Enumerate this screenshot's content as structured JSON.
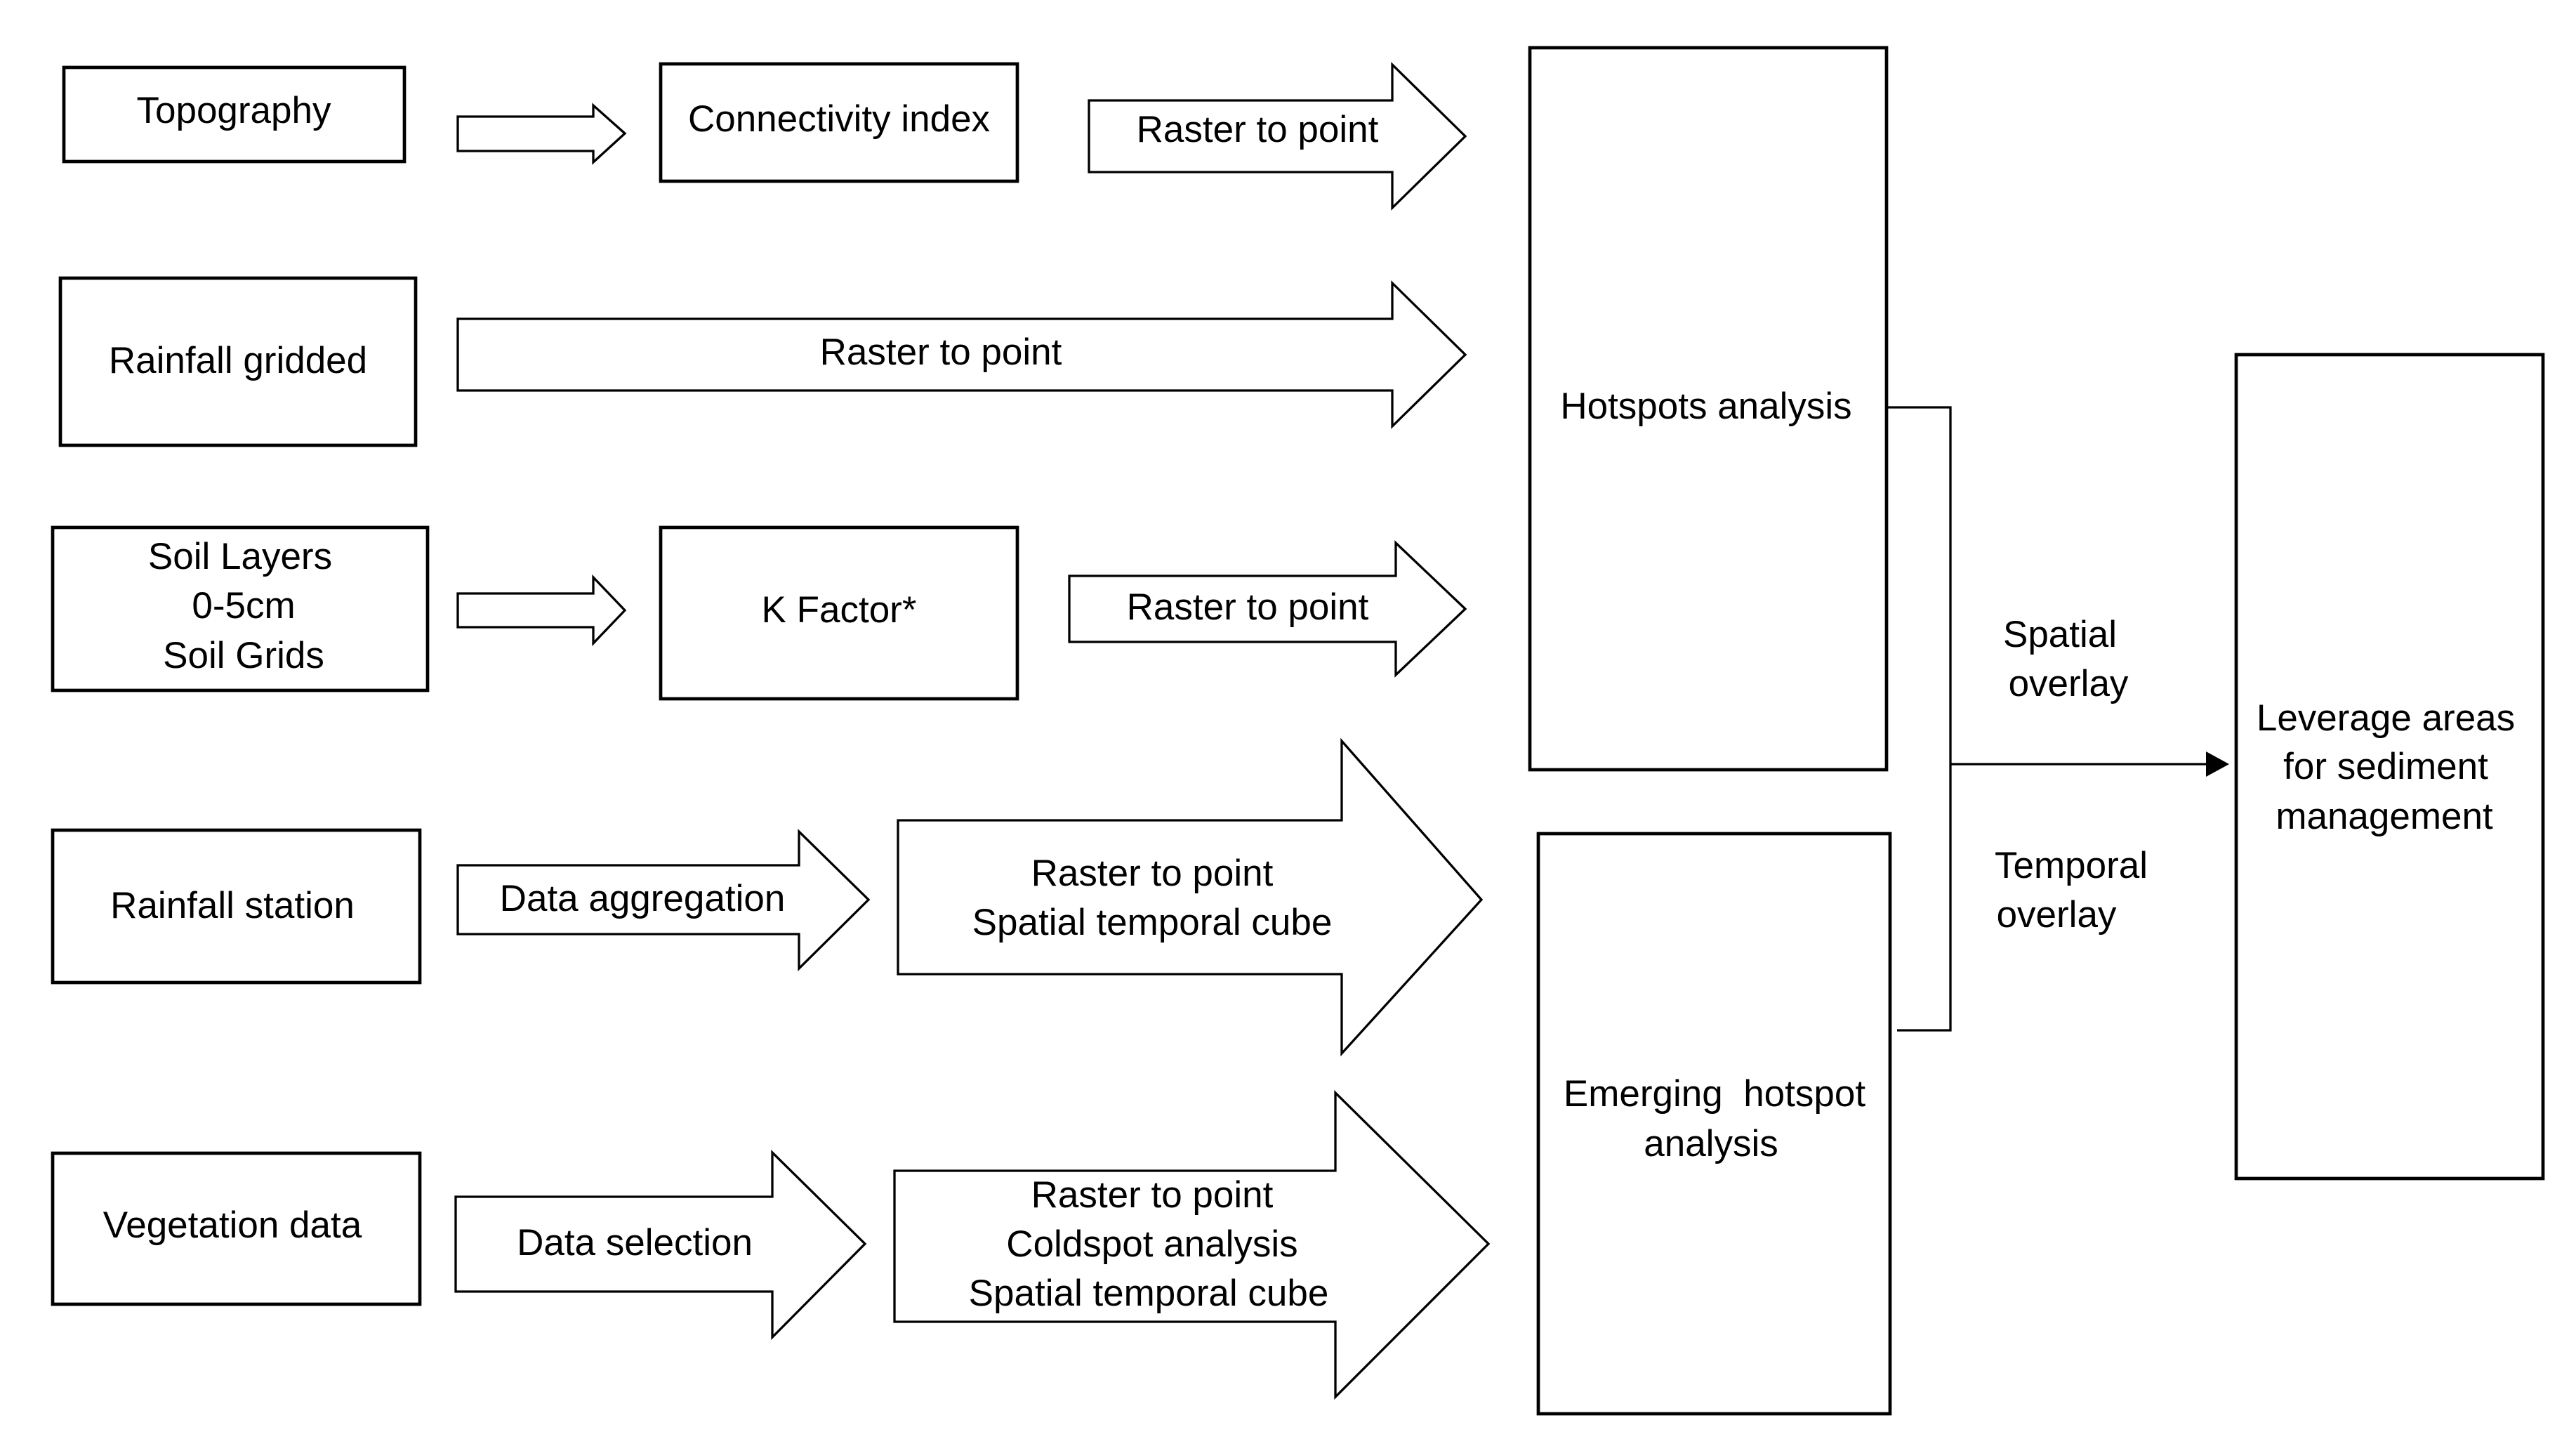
{
  "inputs": {
    "topography": "Topography",
    "rainfall_gridded": "Rainfall gridded",
    "soil_layers": [
      "Soil Layers",
      "0-5cm",
      "Soil Grids"
    ],
    "rainfall_station": "Rainfall station",
    "vegetation_data": "Vegetation data"
  },
  "intermediate": {
    "connectivity_index": "Connectivity index",
    "k_factor": "K Factor*"
  },
  "arrow_labels": {
    "raster_to_point_1": "Raster to point",
    "raster_to_point_2": "Raster to point",
    "raster_to_point_3": "Raster to point",
    "data_aggregation": "Data aggregation",
    "cube_rainfall": [
      "Raster to point",
      "Spatial temporal cube"
    ],
    "data_selection": "Data selection",
    "cube_vegetation": [
      "Raster to point",
      "Coldspot analysis",
      "Spatial temporal cube"
    ]
  },
  "analysis": {
    "hotspots": "Hotspots analysis",
    "emerging": [
      "Emerging  hotspot",
      "analysis"
    ]
  },
  "overlay": {
    "spatial": [
      "Spatial",
      "overlay"
    ],
    "temporal": [
      "Temporal",
      "overlay"
    ]
  },
  "output": {
    "leverage": [
      "Leverage areas",
      "for sediment",
      "management"
    ]
  }
}
